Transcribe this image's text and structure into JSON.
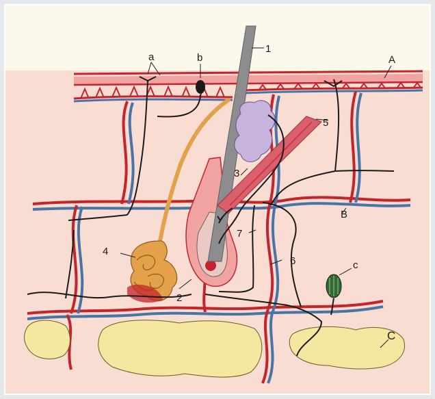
{
  "labels": {
    "n1": "1",
    "n2": "2",
    "n3": "3",
    "n4": "4",
    "n5": "5",
    "n6": "6",
    "n7": "7",
    "a": "a",
    "b": "b",
    "c_small": "c",
    "A": "A",
    "B": "B",
    "C": "C"
  },
  "colors": {
    "background": "#e6e7e8",
    "epidermis_bg": "#fdf8ec",
    "dermis_bg": "#f9ddd3",
    "artery": "#c4242b",
    "vein": "#4a73a8",
    "nerve": "#1a1a1a",
    "hair_shaft": "#8d8d8f",
    "sweat_gland": "#e3a24a",
    "sebaceous_gland": "#c7b4dd",
    "arrector_muscle": "#d9606a",
    "fat": "#f4e79f",
    "receptor_c": "#2f6a33"
  }
}
